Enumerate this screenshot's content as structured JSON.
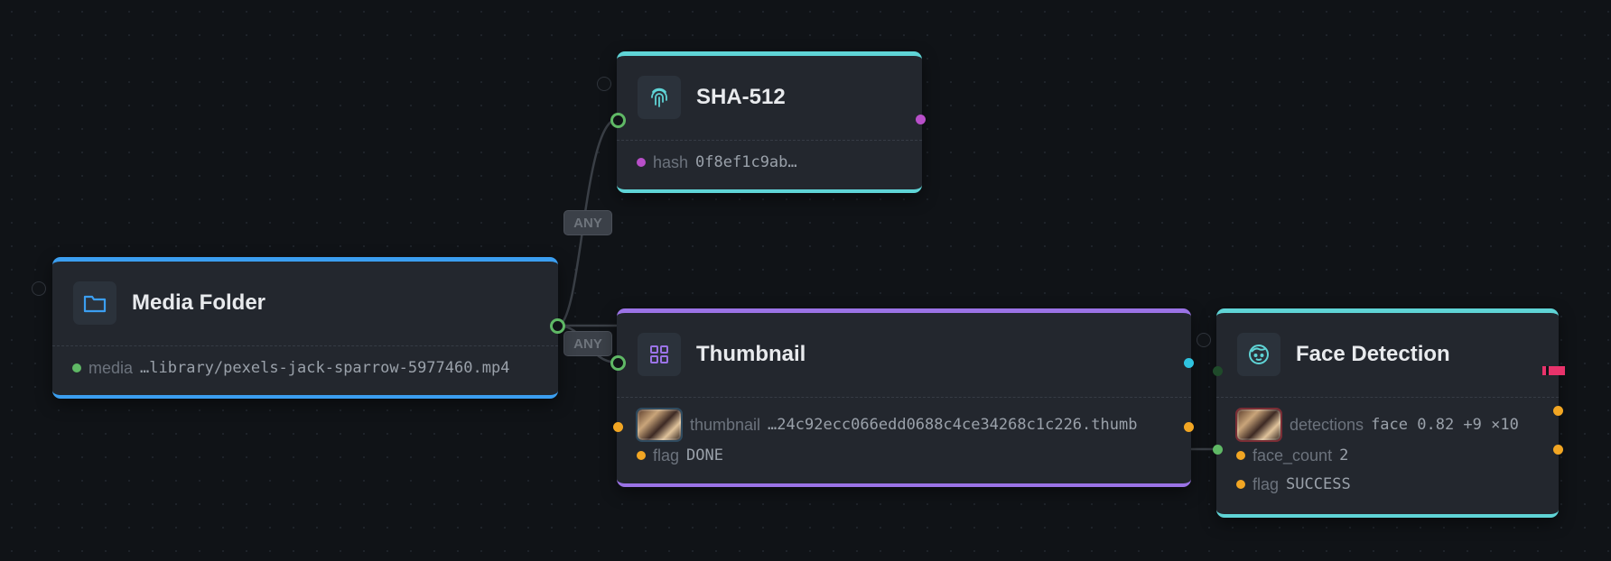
{
  "canvas": {
    "edge_labels": [
      "ANY",
      "ANY"
    ]
  },
  "colors": {
    "media_folder": "#3b9ef0",
    "sha512": "#5fd4d6",
    "thumbnail": "#9b73e6",
    "face_detection": "#5fd4d6",
    "port_green": "#5fb865",
    "port_orange": "#f2a623",
    "port_purple": "#b84fc9",
    "port_cyan": "#2fc4e0",
    "port_pink": "#e8336b"
  },
  "nodes": {
    "media_folder": {
      "icon": "folder-icon",
      "title": "Media Folder",
      "rows": [
        {
          "key": "media",
          "value": "…library/pexels-jack-sparrow-5977460.mp4"
        }
      ]
    },
    "sha512": {
      "icon": "fingerprint-icon",
      "title": "SHA-512",
      "rows": [
        {
          "key": "hash",
          "value": "0f8ef1c9ab…"
        }
      ]
    },
    "thumbnail": {
      "icon": "grid-icon",
      "title": "Thumbnail",
      "rows": [
        {
          "key": "thumbnail",
          "value": "…24c92ecc066edd0688c4ce34268c1c226.thumb"
        },
        {
          "key": "flag",
          "value": "DONE"
        }
      ]
    },
    "face_detection": {
      "icon": "face-icon",
      "title": "Face Detection",
      "rows": [
        {
          "key": "detections",
          "value": "face 0.82 +9 ×10"
        },
        {
          "key": "face_count",
          "value": "2"
        },
        {
          "key": "flag",
          "value": "SUCCESS"
        }
      ]
    }
  }
}
